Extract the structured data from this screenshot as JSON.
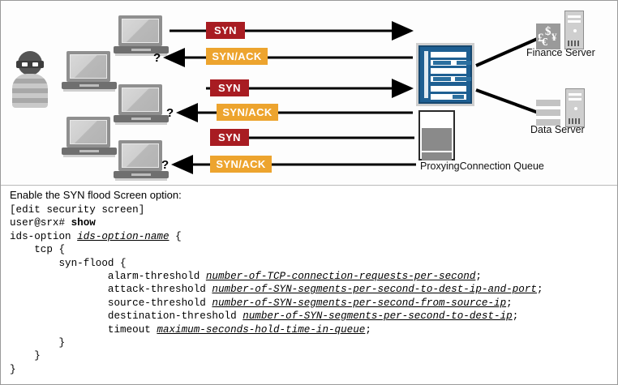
{
  "diagram": {
    "title_alt": "SYN flood attack against SRX with proxying connection queue",
    "attacker": {
      "name": "attacker-hacker"
    },
    "laptops": [
      {
        "id": "laptop-1"
      },
      {
        "id": "laptop-2"
      },
      {
        "id": "laptop-3"
      },
      {
        "id": "laptop-4"
      },
      {
        "id": "laptop-5"
      }
    ],
    "flows": [
      {
        "label": "SYN",
        "kind": "syn",
        "direction": "right"
      },
      {
        "label": "SYN/ACK",
        "kind": "synack",
        "direction": "left",
        "marker": "?"
      },
      {
        "label": "SYN",
        "kind": "syn",
        "direction": "right"
      },
      {
        "label": "SYN/ACK",
        "kind": "synack",
        "direction": "left",
        "marker": "?"
      },
      {
        "label": "SYN",
        "kind": "syn",
        "direction": "right"
      },
      {
        "label": "SYN/ACK",
        "kind": "synack",
        "direction": "left",
        "marker": "?"
      }
    ],
    "firewall": {
      "name": "srx-firewall"
    },
    "queue": {
      "label": "ProxyingConnection Queue",
      "fill_percent": 62
    },
    "servers": [
      {
        "label": "Finance Server",
        "icon": "finance-server-icon",
        "currencies": [
          "£",
          "$",
          "¥",
          "€"
        ]
      },
      {
        "label": "Data Server",
        "icon": "data-server-icon"
      }
    ],
    "colors": {
      "syn": "#a81c22",
      "synack": "#eda42e",
      "firewall": "#1e5f92",
      "queue_fill": "#8a8a8a",
      "line": "#000000"
    }
  },
  "code": {
    "intro": "Enable the SYN flood Screen option:",
    "lines": [
      {
        "text": "[edit security screen]"
      },
      {
        "segments": [
          {
            "t": "user@srx# "
          },
          {
            "t": "show",
            "style": "bold"
          }
        ]
      },
      {
        "segments": [
          {
            "t": "ids-option "
          },
          {
            "t": "ids-option-name",
            "style": "italic"
          },
          {
            "t": " {"
          }
        ]
      },
      {
        "text": "    tcp {"
      },
      {
        "text": "        syn-flood {"
      },
      {
        "segments": [
          {
            "t": "                alarm-threshold "
          },
          {
            "t": "number-of-TCP-connection-requests-per-second",
            "style": "italic"
          },
          {
            "t": ";"
          }
        ]
      },
      {
        "segments": [
          {
            "t": "                attack-threshold "
          },
          {
            "t": "number-of-SYN-segments-per-second-to-dest-ip-and-port",
            "style": "italic"
          },
          {
            "t": ";"
          }
        ]
      },
      {
        "segments": [
          {
            "t": "                source-threshold "
          },
          {
            "t": "number-of-SYN-segments-per-second-from-source-ip",
            "style": "italic"
          },
          {
            "t": ";"
          }
        ]
      },
      {
        "segments": [
          {
            "t": "                destination-threshold "
          },
          {
            "t": "number-of-SYN-segments-per-second-to-dest-ip",
            "style": "italic"
          },
          {
            "t": ";"
          }
        ]
      },
      {
        "segments": [
          {
            "t": "                timeout "
          },
          {
            "t": "maximum-seconds-hold-time-in-queue",
            "style": "italic"
          },
          {
            "t": ";"
          }
        ]
      },
      {
        "text": "        }"
      },
      {
        "text": "    }"
      },
      {
        "text": "}"
      }
    ]
  }
}
